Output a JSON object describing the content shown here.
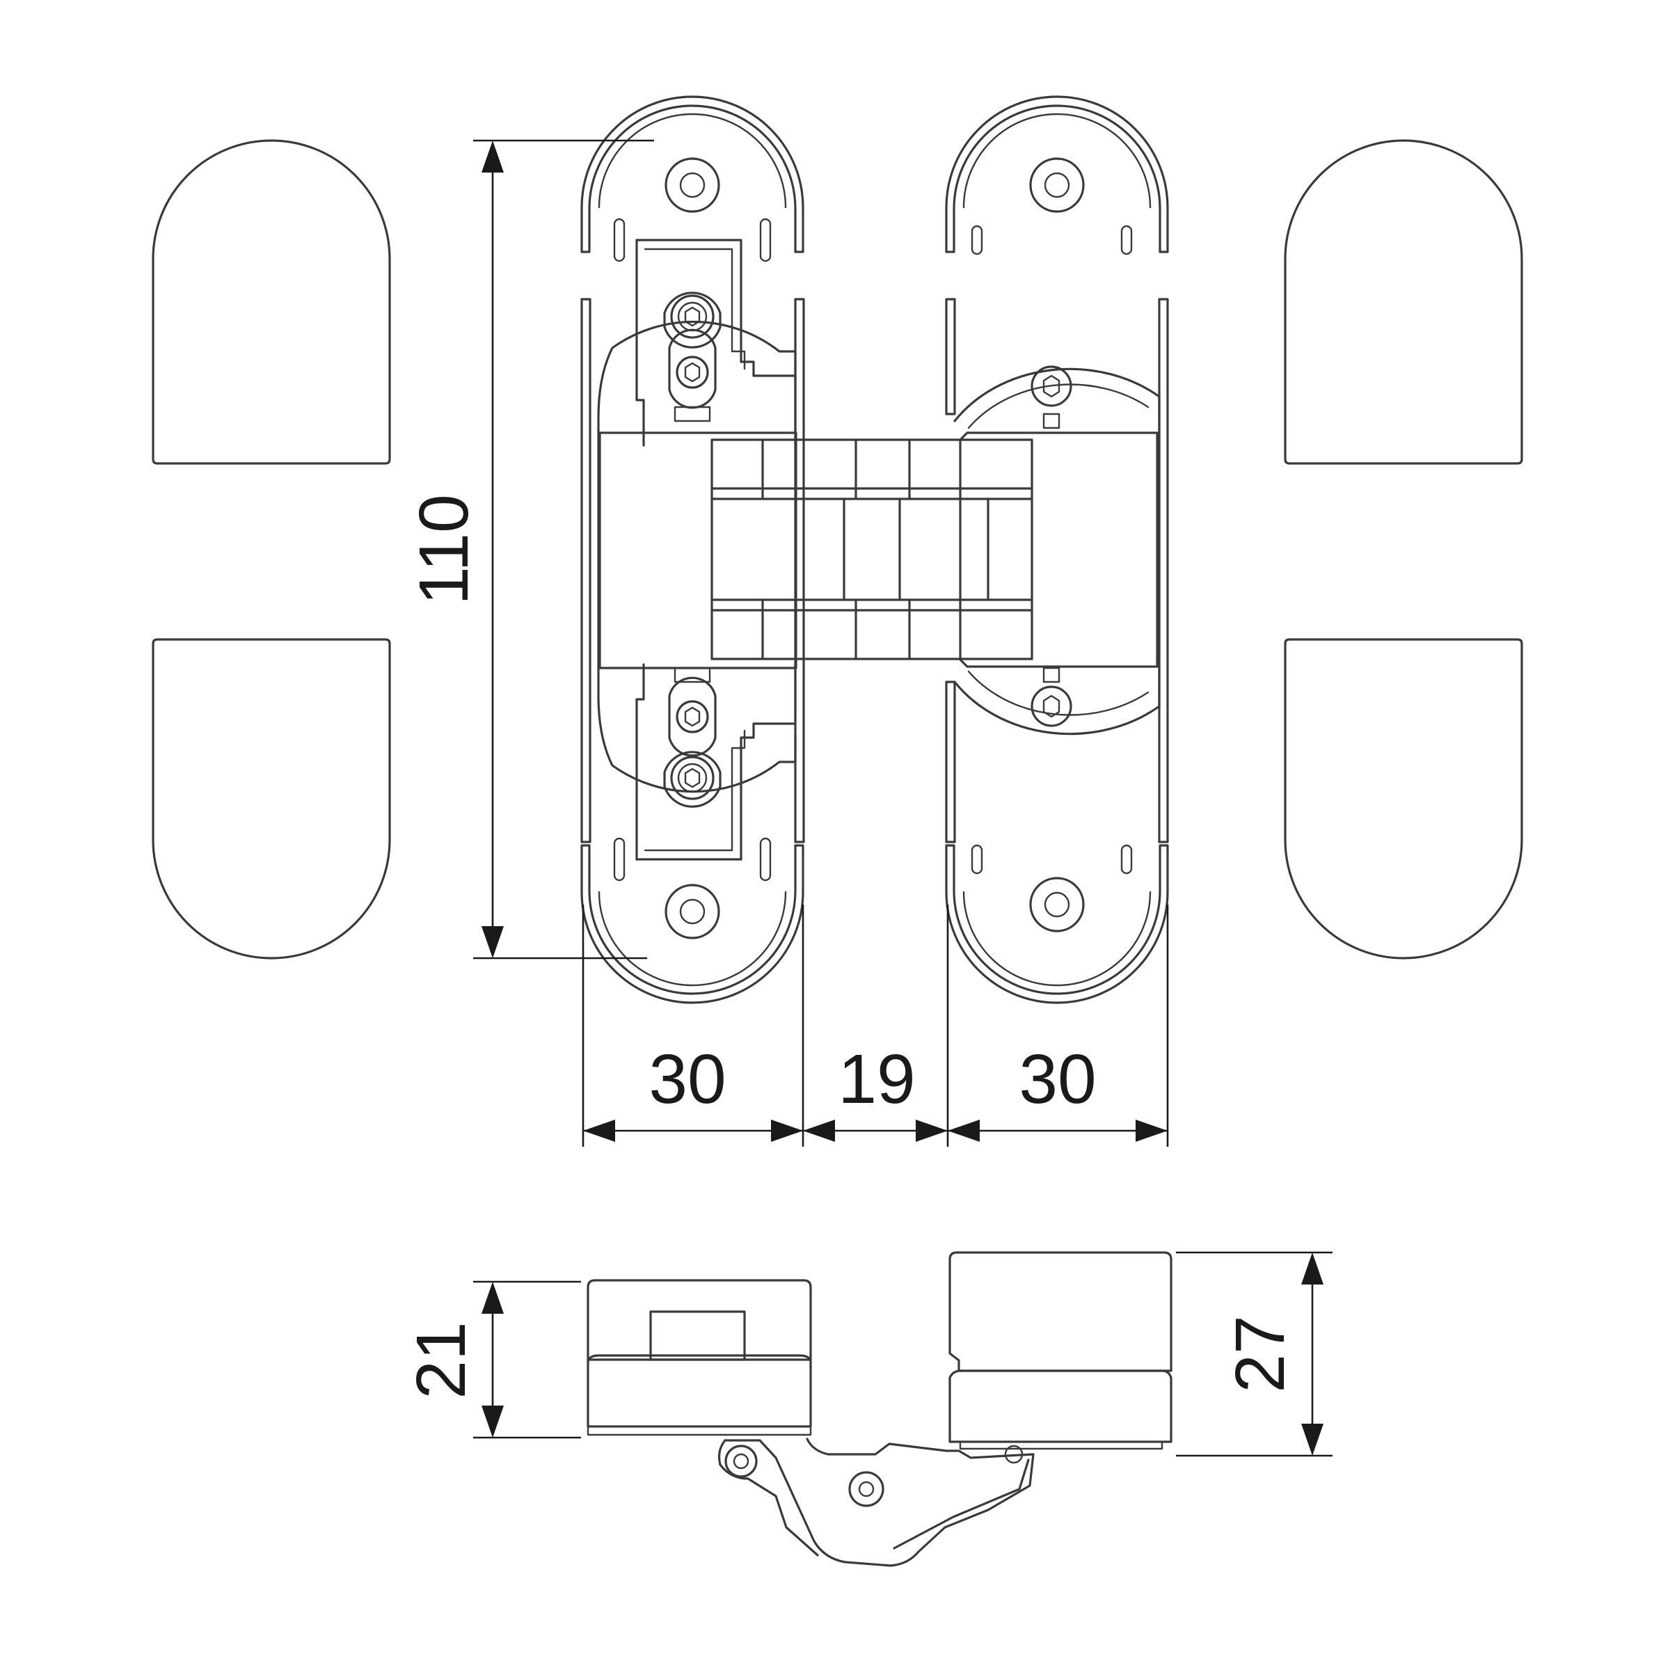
{
  "dimensions": {
    "height_total": "110",
    "left_leaf_width": "30",
    "gap_width": "19",
    "right_leaf_width": "30",
    "side_left_depth": "21",
    "side_right_depth": "27"
  },
  "colors": {
    "line": "#3a3a3a",
    "dimension": "#1a1a1a",
    "background": "#ffffff"
  }
}
